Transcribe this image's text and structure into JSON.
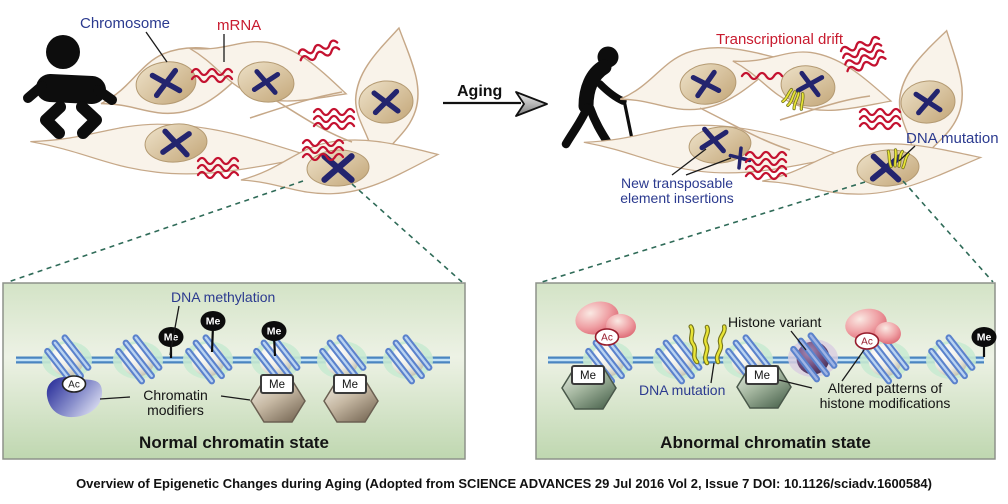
{
  "scene": {
    "young": {
      "chromosome_label": "Chromosome",
      "mrna_label": "mRNA"
    },
    "arrow": {
      "label": "Aging"
    },
    "aged": {
      "transcriptional_drift_label": "Transcriptional drift",
      "dna_mutation_label": "DNA mutation",
      "new_transposable_line1": "New transposable",
      "new_transposable_line2": "element insertions"
    }
  },
  "normal_panel": {
    "dna_methylation_label": "DNA methylation",
    "chromatin_modifiers_line1": "Chromatin",
    "chromatin_modifiers_line2": "modifiers",
    "title": "Normal chromatin state"
  },
  "abnormal_panel": {
    "histone_variant_label": "Histone variant",
    "dna_mutation_label": "DNA mutation",
    "altered_line1": "Altered patterns of",
    "altered_line2": "histone modifications",
    "title": "Abnormal chromatin state"
  },
  "molecules": {
    "methyl": "Me",
    "acetyl": "Ac"
  },
  "caption": "Overview of Epigenetic Changes during Aging (Adopted from SCIENCE ADVANCES 29 Jul 2016 Vol 2, Issue 7 DOI: 10.1126/sciadv.1600584)",
  "colors": {
    "label_navy": "#2b3a8f",
    "label_red": "#c81a2e",
    "chromosome_navy": "#23246e",
    "mrna_red": "#c41230",
    "panel_green_top": "#d3e3c6",
    "panel_green_bottom": "#bfd7b0",
    "zoom_dash_teal": "#2f6b58",
    "cell_fill": "#f9f3ea",
    "cell_stroke": "#c6a888",
    "dna_strand_blue": "#4a85c0",
    "methyl_black": "#0c0c0c",
    "acetyl_red_outline": "#971c2c"
  }
}
